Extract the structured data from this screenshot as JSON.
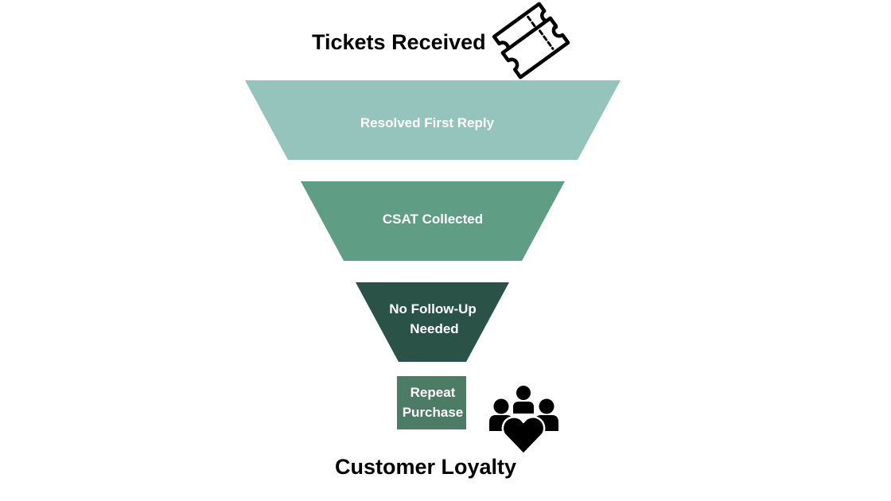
{
  "top_title": "Tickets Received",
  "bottom_title": "Customer Loyalty",
  "top_icon": "tickets-icon",
  "bottom_icon": "customer-group-heart-icon",
  "stages": [
    {
      "label_lines": [
        "Resolved First Reply"
      ],
      "color": "#95c4bc"
    },
    {
      "label_lines": [
        "CSAT Collected"
      ],
      "color": "#5f9e85"
    },
    {
      "label_lines": [
        "No Follow-Up",
        "Needed"
      ],
      "color": "#2a5247"
    },
    {
      "label_lines": [
        "Repeat",
        "Purchase"
      ],
      "color": "#4c7c66"
    }
  ]
}
